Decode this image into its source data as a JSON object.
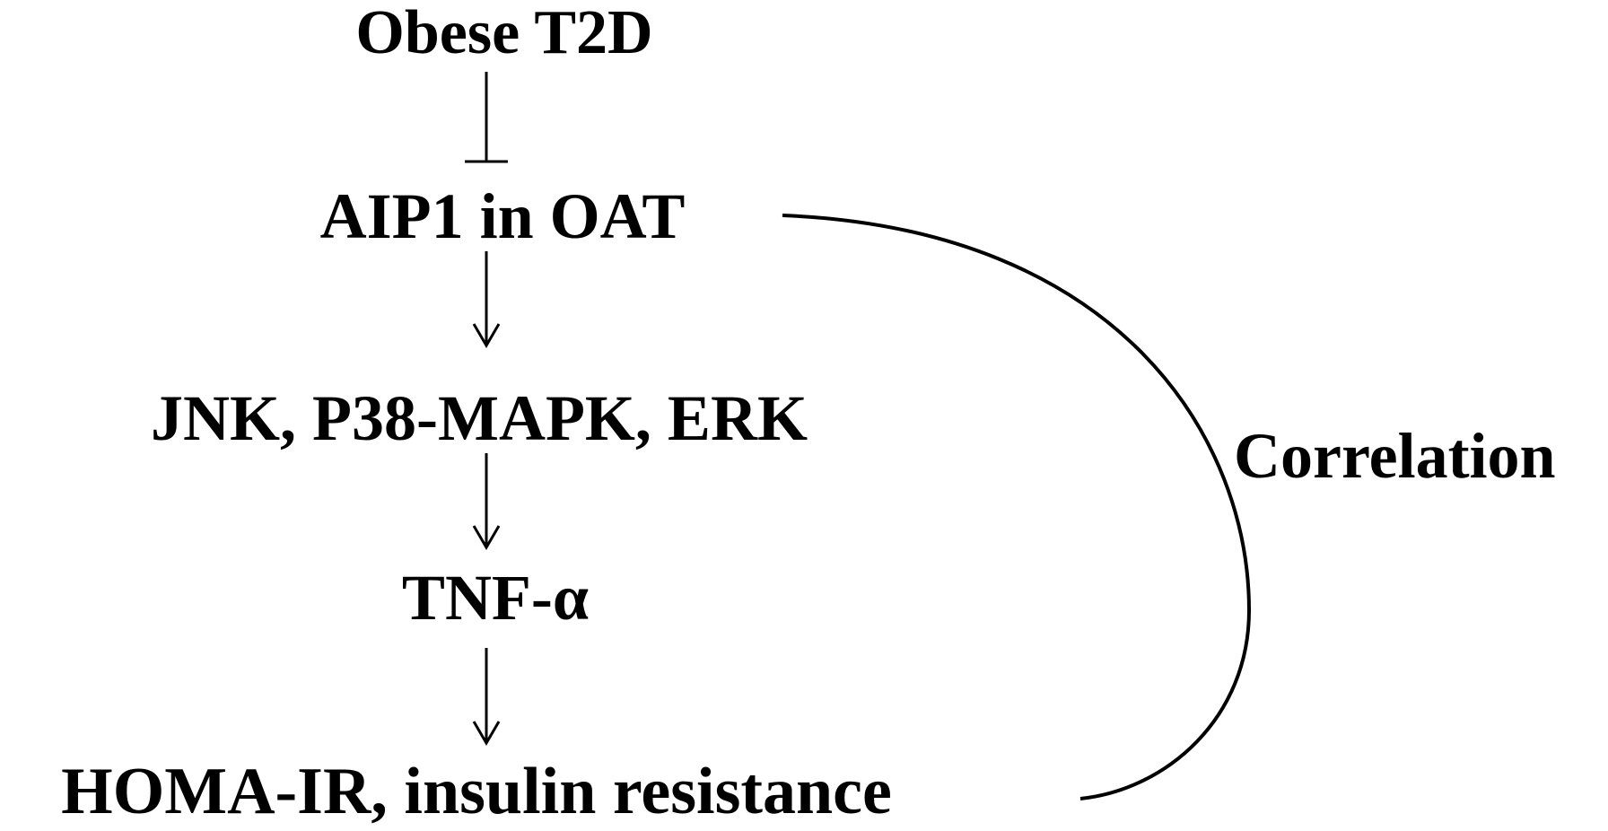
{
  "diagram": {
    "nodes": [
      {
        "id": "obese",
        "label": "Obese T2D"
      },
      {
        "id": "aip1",
        "label": "AIP1 in OAT"
      },
      {
        "id": "mapk",
        "label": "JNK, P38-MAPK, ERK"
      },
      {
        "id": "tnf",
        "label": "TNF-α"
      },
      {
        "id": "homa",
        "label": "HOMA-IR, insulin resistance"
      }
    ],
    "edges": [
      {
        "from": "obese",
        "to": "aip1",
        "type": "inhibition"
      },
      {
        "from": "aip1",
        "to": "mapk",
        "type": "activation"
      },
      {
        "from": "mapk",
        "to": "tnf",
        "type": "activation"
      },
      {
        "from": "tnf",
        "to": "homa",
        "type": "activation"
      },
      {
        "from": "aip1",
        "to": "homa",
        "type": "correlation",
        "label": "Correlation"
      }
    ],
    "colors": {
      "background": "#ffffff",
      "ink": "#000000"
    }
  }
}
